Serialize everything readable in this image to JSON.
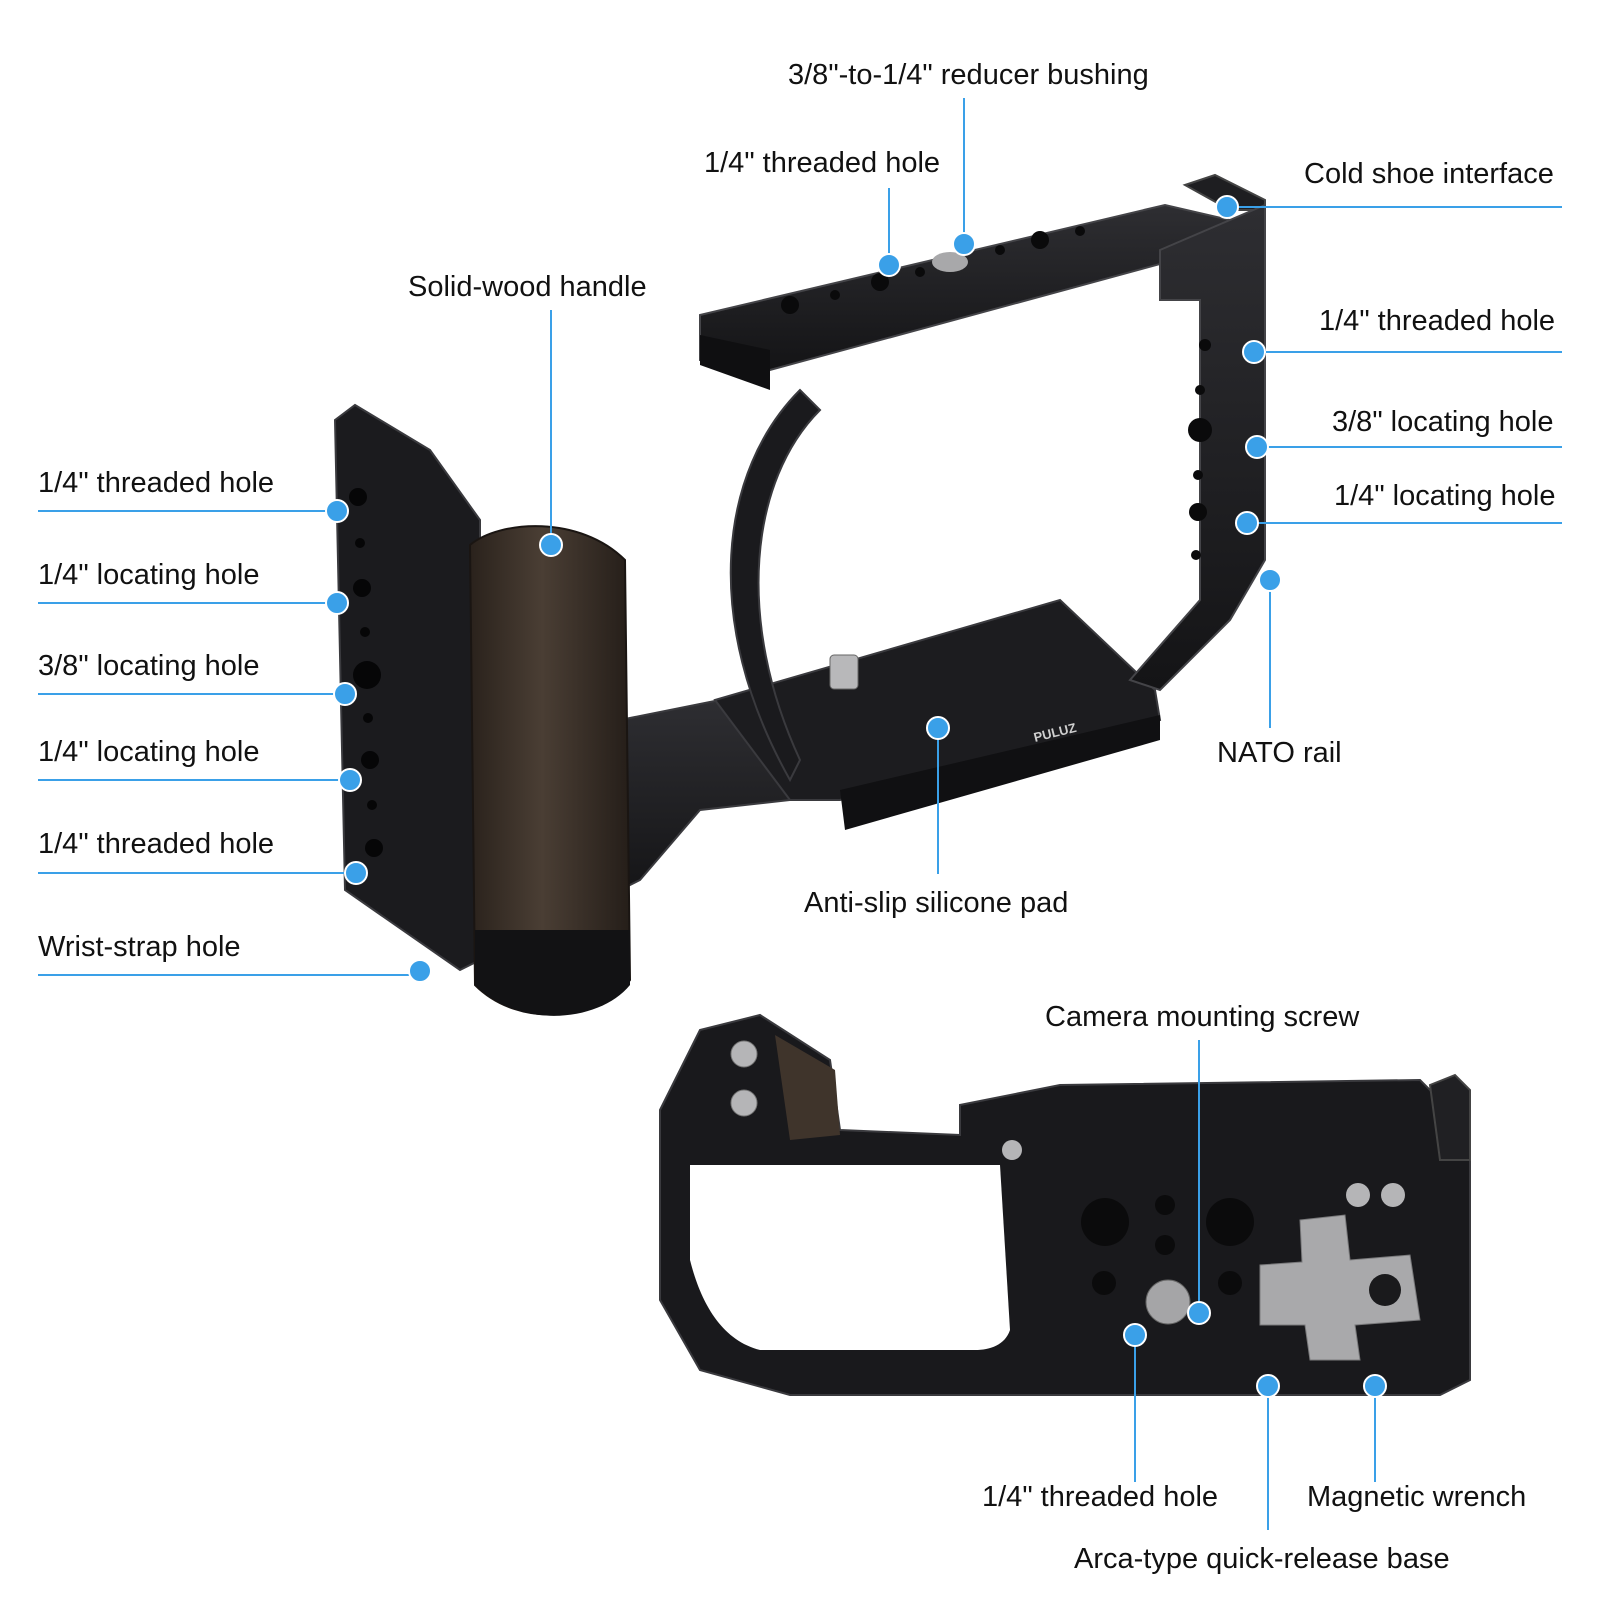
{
  "colors": {
    "accent": "#3aa0e8",
    "metal": "#1b1b1d",
    "metal_edge": "#3a3a3e",
    "wood": "#3b3129",
    "wrench": "#a9a9ab",
    "text": "#111111"
  },
  "callouts": {
    "reducer_bushing": "3/8\"-to-1/4\" reducer bushing",
    "top_threaded_hole": "1/4\" threaded hole",
    "cold_shoe": "Cold shoe interface",
    "solid_wood_handle": "Solid-wood handle",
    "right_threaded_hole": "1/4\" threaded hole",
    "right_38_locating": "3/8\" locating hole",
    "right_14_locating": "1/4\" locating hole",
    "nato_rail": "NATO rail",
    "left_threaded_hole_1": "1/4\" threaded hole",
    "left_14_locating_1": "1/4\" locating hole",
    "left_38_locating": "3/8\" locating hole",
    "left_14_locating_2": "1/4\" locating hole",
    "left_threaded_hole_2": "1/4\" threaded hole",
    "wrist_strap_hole": "Wrist-strap hole",
    "anti_slip_pad": "Anti-slip silicone pad",
    "camera_mounting_screw": "Camera mounting screw",
    "bottom_threaded_hole": "1/4\" threaded hole",
    "magnetic_wrench": "Magnetic wrench",
    "arca_base": "Arca-type quick-release base"
  },
  "brand_logo": "PULUZ"
}
